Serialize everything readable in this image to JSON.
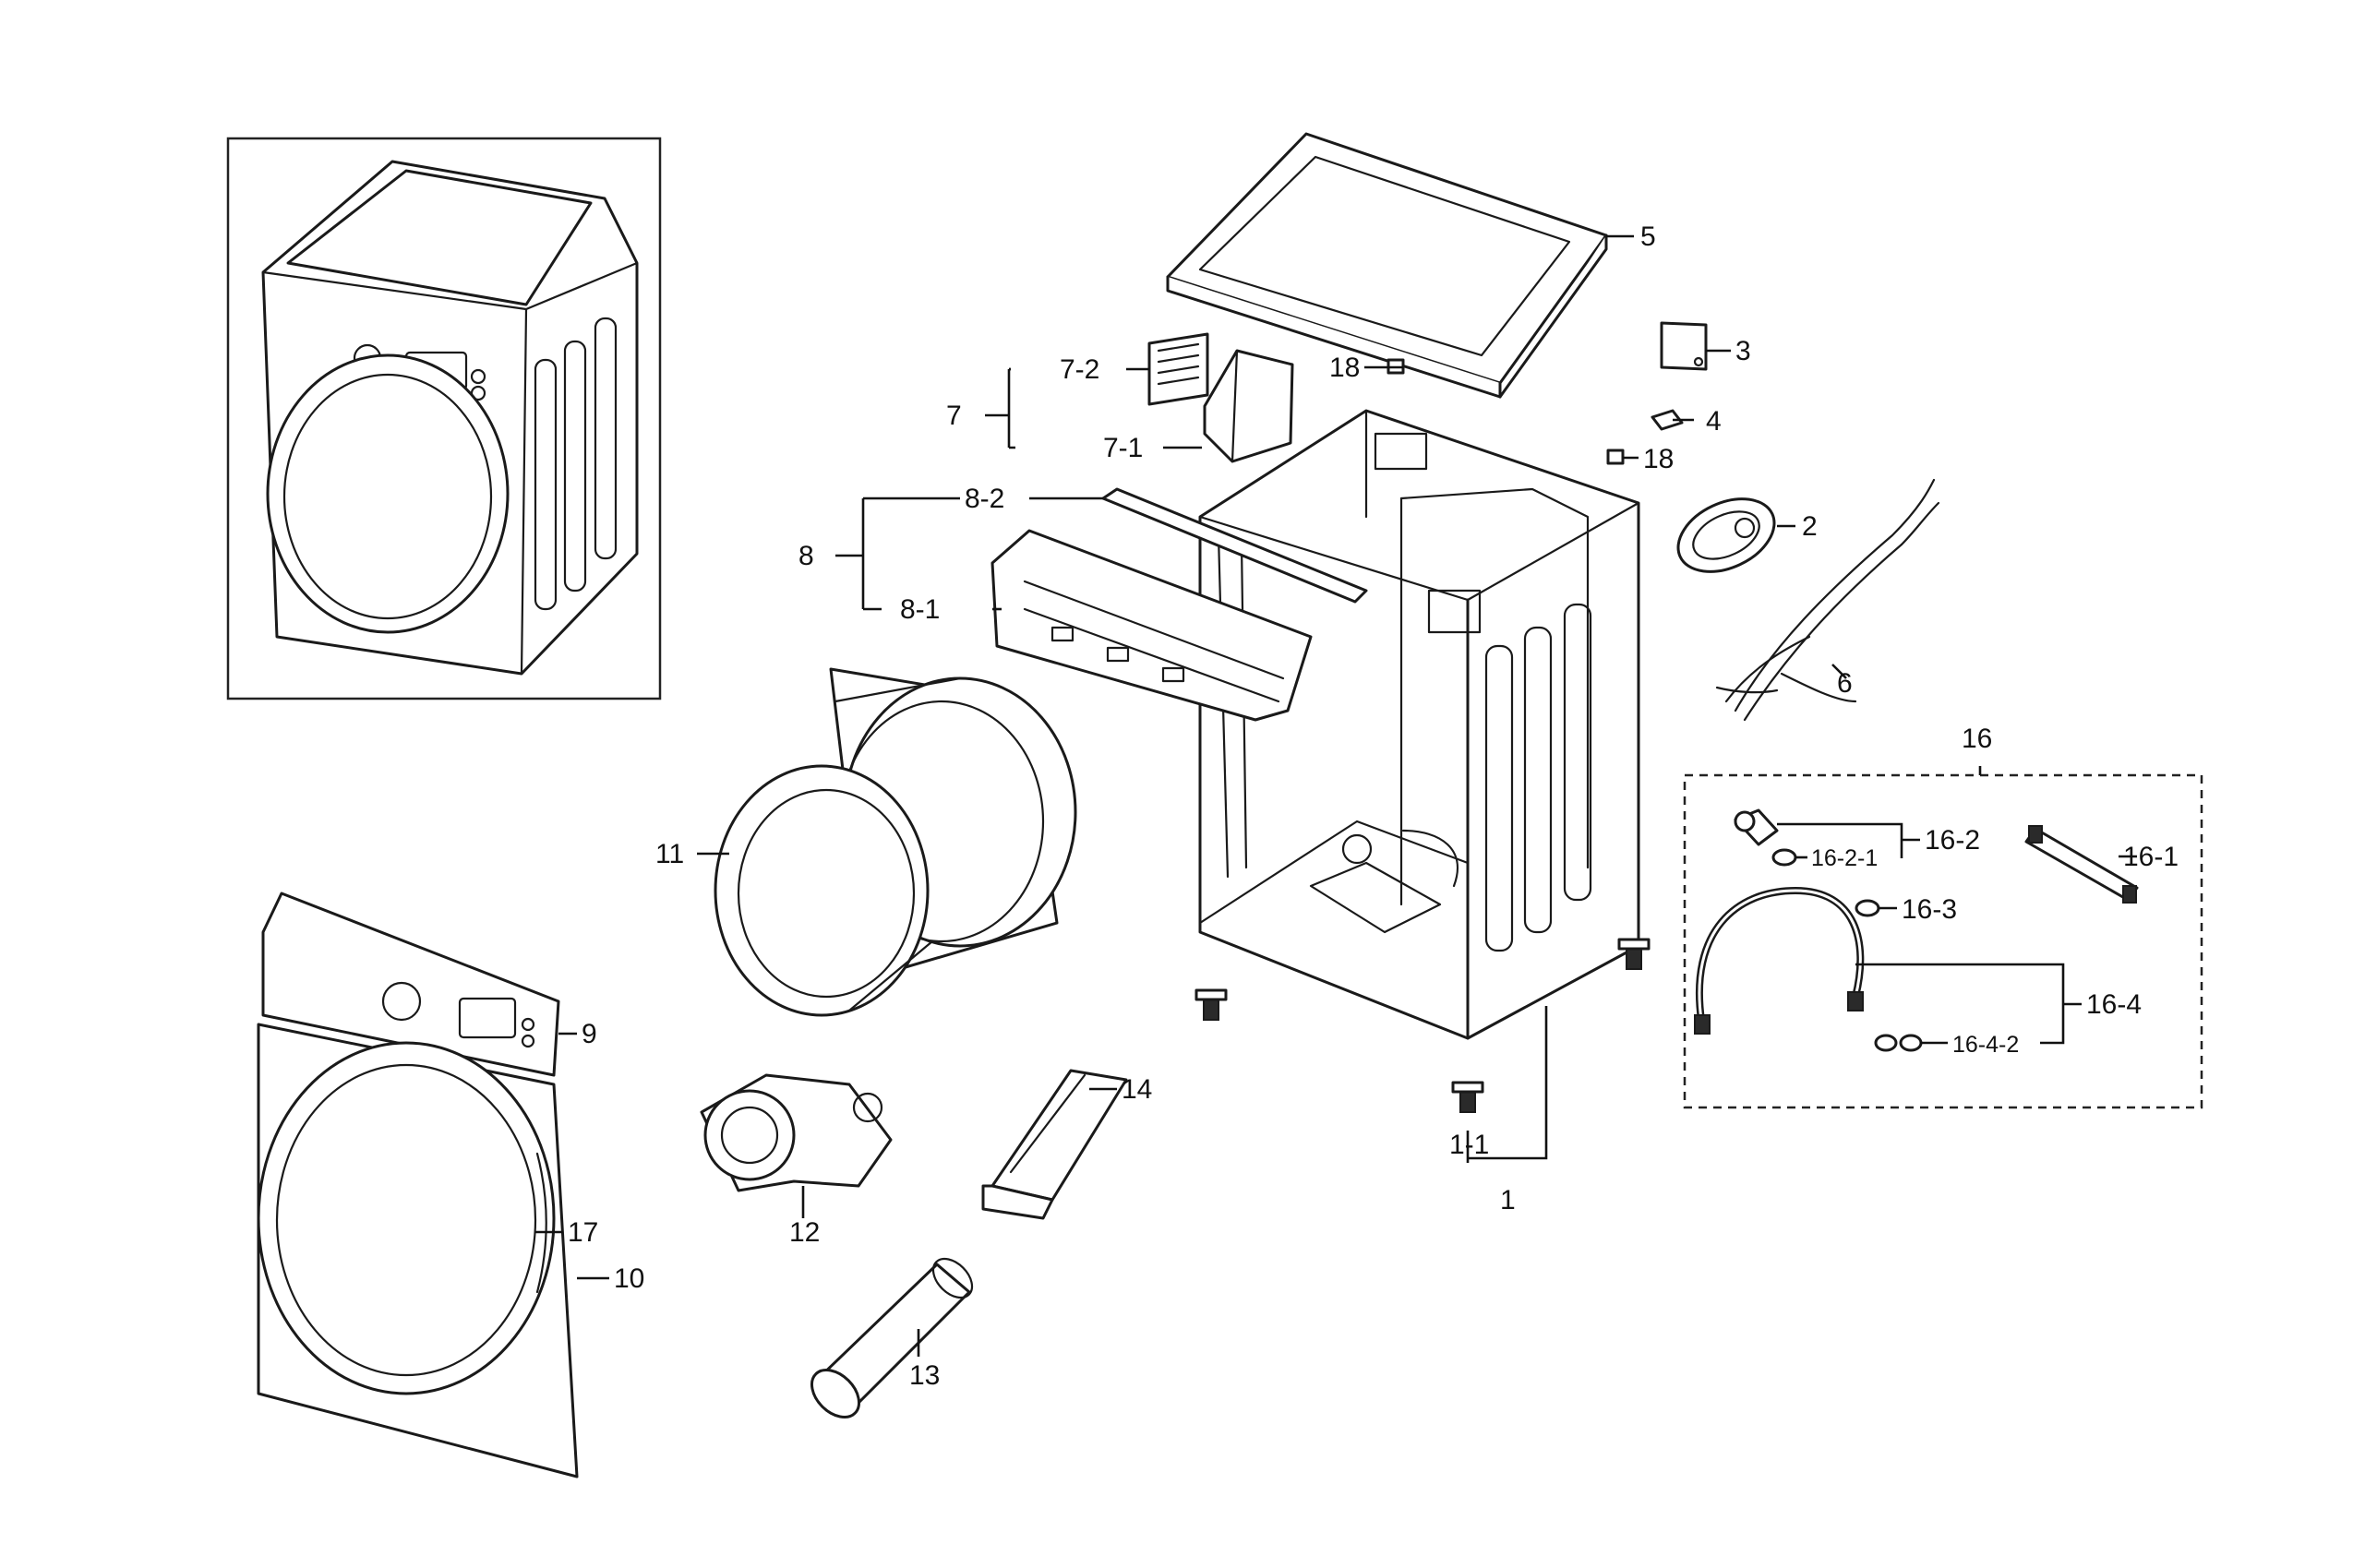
{
  "diagram": {
    "callouts": {
      "c1": "1",
      "c1_1": "1-1",
      "c2": "2",
      "c3": "3",
      "c4": "4",
      "c5": "5",
      "c6": "6",
      "c7": "7",
      "c7_1": "7-1",
      "c7_2": "7-2",
      "c8": "8",
      "c8_1": "8-1",
      "c8_2": "8-2",
      "c9": "9",
      "c10": "10",
      "c11": "11",
      "c12": "12",
      "c13": "13",
      "c14": "14",
      "c16": "16",
      "c16_1": "16-1",
      "c16_2": "16-2",
      "c16_2_1": "16-2-1",
      "c16_3": "16-3",
      "c16_4": "16-4",
      "c16_4_2": "16-4-2",
      "c17": "17",
      "c18a": "18",
      "c18b": "18"
    }
  }
}
